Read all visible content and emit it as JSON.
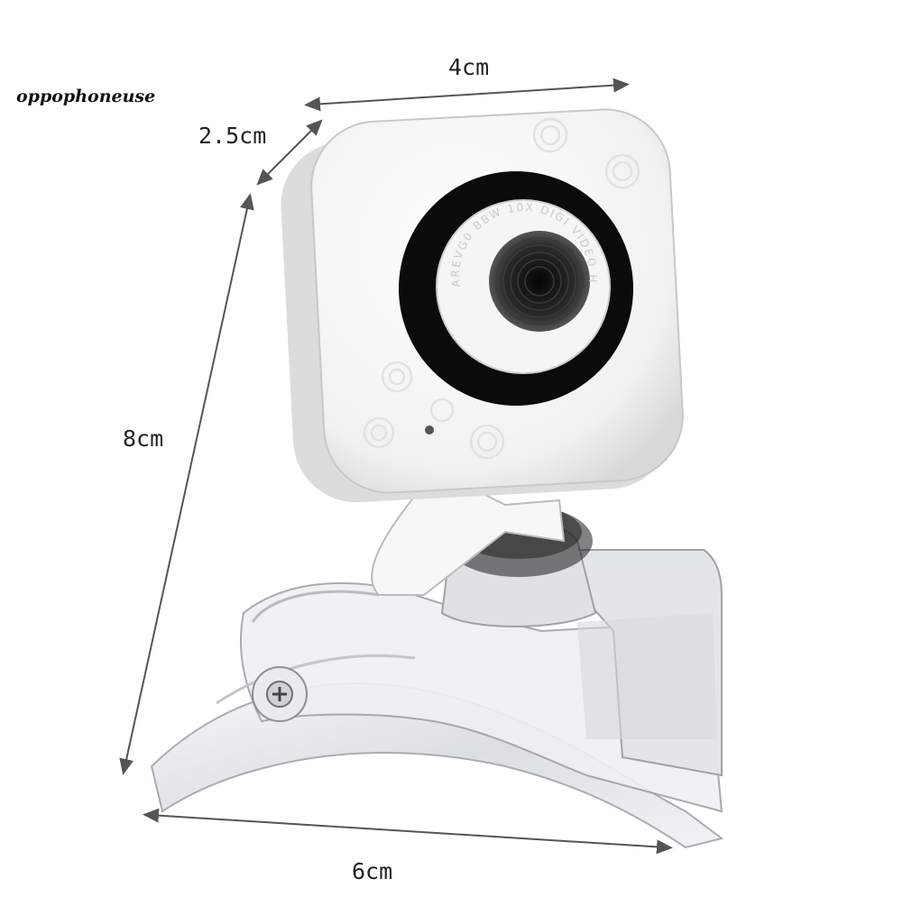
{
  "watermark": "oppophoneuse",
  "dimensions": {
    "width": "4cm",
    "depth": "2.5cm",
    "height": "8cm",
    "base": "6cm"
  },
  "lens_ring_text": "AREVG0 BBW 10X  DIGI VIDEO HD",
  "colors": {
    "background": "#ffffff",
    "body": "#f4f4f4",
    "lens_ring": "#111111",
    "clip": "#e6e8ea",
    "dimension_line": "#555555"
  }
}
